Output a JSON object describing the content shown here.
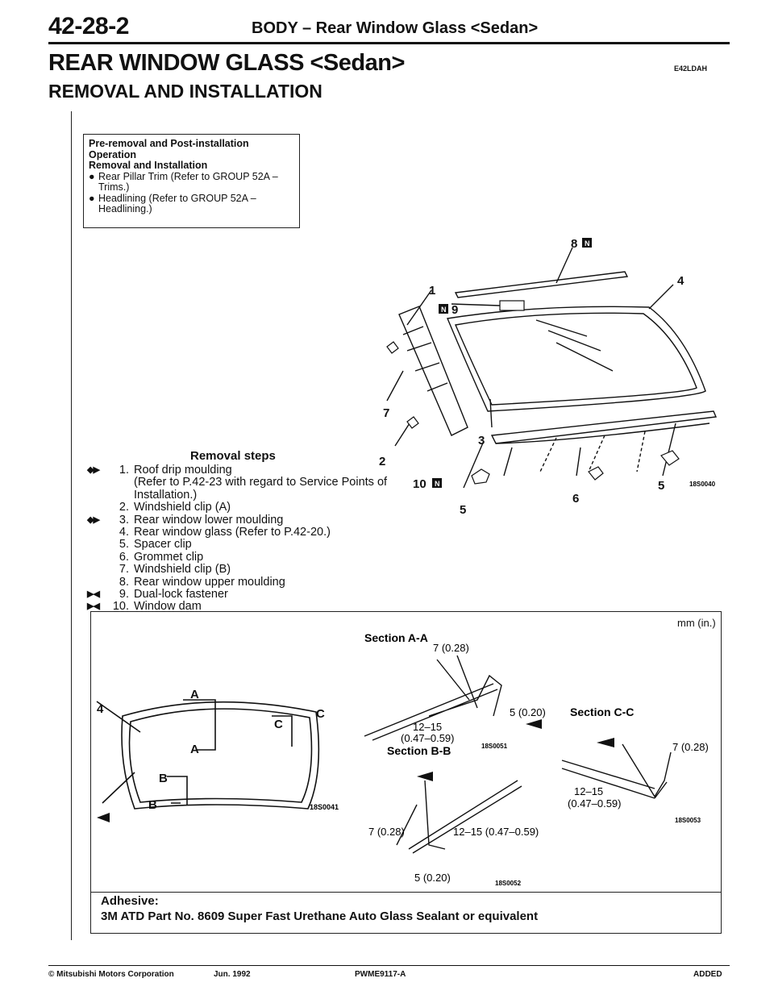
{
  "header": {
    "page": "42-28-2",
    "title": "BODY – Rear Window Glass <Sedan>"
  },
  "doc": {
    "title": "REAR WINDOW GLASS <Sedan>",
    "code": "E42LDAH",
    "subtitle": "REMOVAL AND INSTALLATION"
  },
  "preop": {
    "heading": "Pre-removal and Post-installation Operation",
    "subheading": "Removal and Installation",
    "items": [
      "Rear Pillar Trim (Refer to GROUP 52A – Trims.)",
      "Headlining (Refer to GROUP 52A – Headlining.)"
    ]
  },
  "removal": {
    "heading": "Removal steps",
    "steps": [
      {
        "num": "1.",
        "marker": "◆▶",
        "text": "Roof drip moulding",
        "note": "(Refer to P.42-23 with regard to Service Points of Installation.)"
      },
      {
        "num": "2.",
        "marker": "",
        "text": "Windshield clip (A)"
      },
      {
        "num": "3.",
        "marker": "◆▶",
        "text": "Rear window lower moulding"
      },
      {
        "num": "4.",
        "marker": "",
        "text": "Rear window glass (Refer to P.42-20.)"
      },
      {
        "num": "5.",
        "marker": "",
        "text": "Spacer clip"
      },
      {
        "num": "6.",
        "marker": "",
        "text": "Grommet clip"
      },
      {
        "num": "7.",
        "marker": "",
        "text": "Windshield clip (B)"
      },
      {
        "num": "8.",
        "marker": "",
        "text": "Rear window upper moulding"
      },
      {
        "num": "9.",
        "marker": "▶◀",
        "text": "Dual-lock fastener"
      },
      {
        "num": "10.",
        "marker": "▶◀",
        "text": "Window dam"
      }
    ]
  },
  "diagram": {
    "code": "18S0040",
    "callouts": [
      "1",
      "2",
      "3",
      "4",
      "5",
      "5",
      "6",
      "7",
      "8",
      "9",
      "10"
    ]
  },
  "sections": {
    "units": "mm (in.)",
    "section_a": "Section A-A",
    "section_b": "Section B-B",
    "section_c": "Section C-C",
    "fig_codes": [
      "18S0041",
      "18S0051",
      "18S0052",
      "18S0053"
    ],
    "dims": {
      "a_7": "7 (0.28)",
      "a_5": "5 (0.20)",
      "a_12": "12–15",
      "a_12in": "(0.47–0.59)",
      "b_7": "7 (0.28)",
      "b_12": "12–15 (0.47–0.59)",
      "b_5": "5 (0.20)",
      "c_7": "7 (0.28)",
      "c_12": "12–15",
      "c_12in": "(0.47–0.59)"
    },
    "glass_labels": {
      "num": "4",
      "a1": "A",
      "a2": "A",
      "b1": "B",
      "b2": "B",
      "c": "C",
      "c2": "C"
    }
  },
  "adhesive": {
    "heading": "Adhesive:",
    "text": "3M ATD Part No. 8609 Super Fast Urethane Auto Glass Sealant or equivalent"
  },
  "footer": {
    "copyright": "© Mitsubishi Motors Corporation",
    "date": "Jun. 1992",
    "code": "PWME9117-A",
    "status": "ADDED"
  }
}
